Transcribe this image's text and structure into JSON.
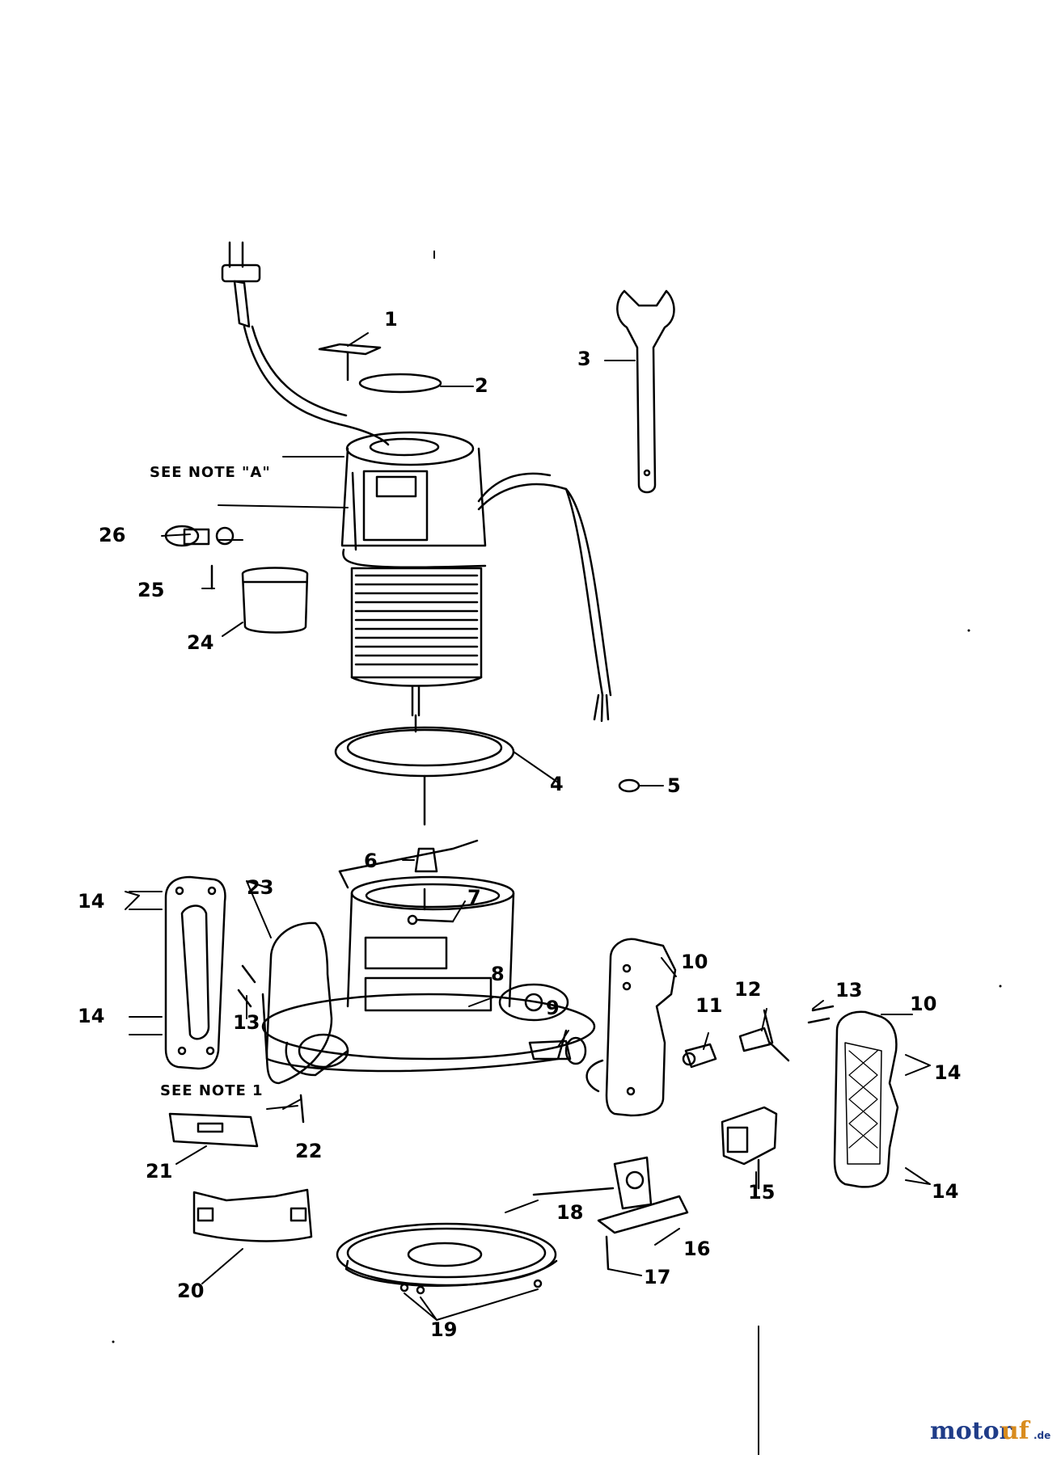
{
  "diagram": {
    "labels": [
      "1",
      "2",
      "3",
      "4",
      "5",
      "6",
      "7",
      "8",
      "9",
      "10",
      "11",
      "12",
      "13",
      "14",
      "15",
      "16",
      "17",
      "18",
      "19",
      "20",
      "21",
      "22",
      "23",
      "24",
      "25",
      "26"
    ],
    "notes": {
      "note_a": "SEE NOTE \"A\"",
      "note_1": "SEE NOTE 1"
    }
  },
  "watermark": {
    "part1": "motor",
    "part2": "uf",
    "suffix": ".de"
  }
}
